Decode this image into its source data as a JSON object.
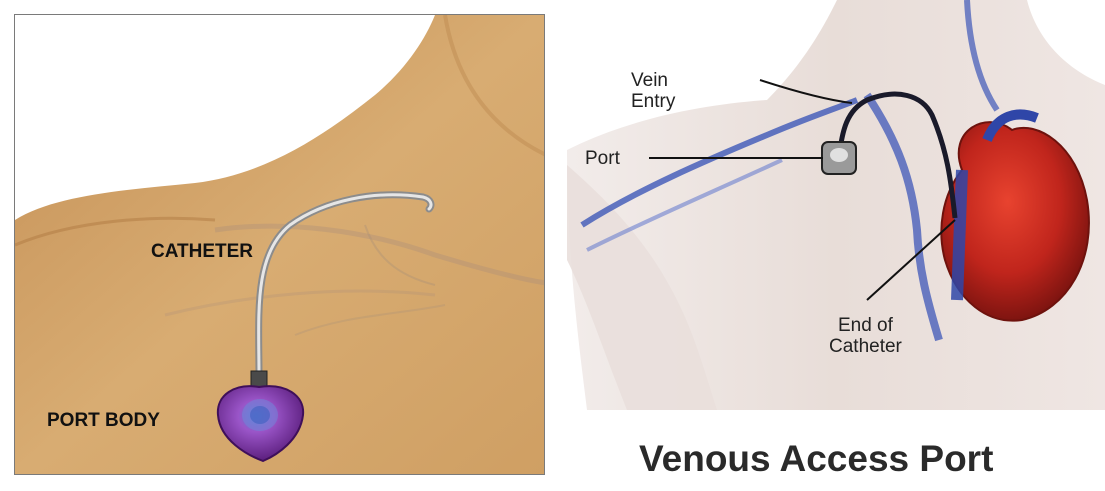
{
  "left_panel": {
    "labels": {
      "catheter": "CATHETER",
      "port_body": "PORT BODY"
    }
  },
  "right_panel": {
    "labels": {
      "vein_entry": "Vein\nEntry",
      "port": "Port",
      "end_of_catheter": "End of\nCatheter"
    },
    "title": "Venous Access Port"
  },
  "colors": {
    "skin": "#d4a66d",
    "port_purple": "#7b3a9c",
    "heart_red": "#c0251c",
    "vein_blue": "#3d57b8"
  }
}
